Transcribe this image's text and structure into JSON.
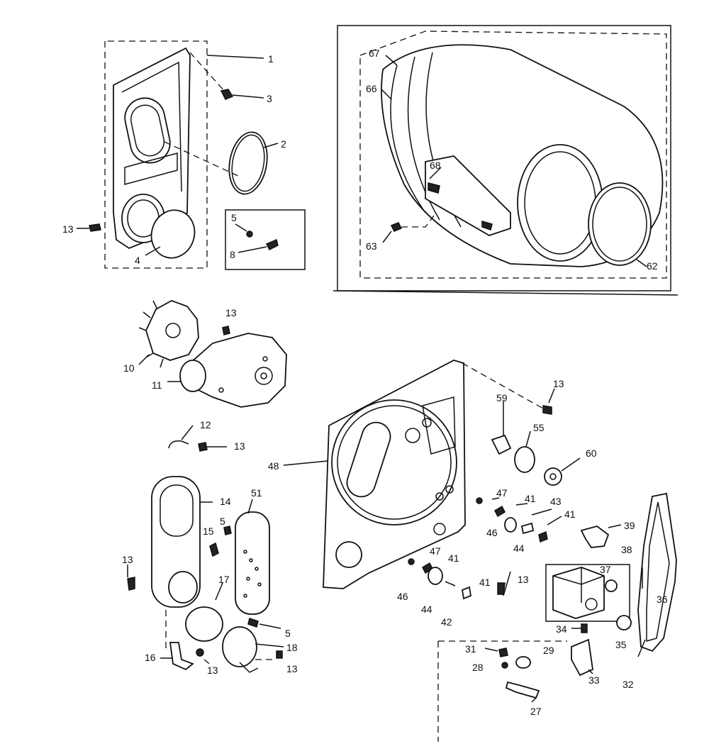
{
  "labels": {
    "n1": "1",
    "n2": "2",
    "n3": "3",
    "n4": "4",
    "n5a": "5",
    "n8": "8",
    "n13a": "13",
    "n67": "67",
    "n66": "66",
    "n68": "68",
    "n63": "63",
    "n62": "62",
    "n13b": "13",
    "n10": "10",
    "n11": "11",
    "n12": "12",
    "n13c": "13",
    "n14": "14",
    "n15": "15",
    "n5b": "5",
    "n51": "51",
    "n13d": "13",
    "n17": "17",
    "n5c": "5",
    "n18": "18",
    "n16": "16",
    "n13e": "13",
    "n13f": "13",
    "n48": "48",
    "n13g": "13",
    "n59": "59",
    "n55": "55",
    "n60": "60",
    "n47a": "47",
    "n41a": "41",
    "n43": "43",
    "n41b": "41",
    "n46a": "46",
    "n44a": "44",
    "n39": "39",
    "n47b": "47",
    "n41c": "41",
    "n46b": "46",
    "n44b": "44",
    "n41d": "41",
    "n42": "42",
    "n13h": "13",
    "n38": "38",
    "n37": "37",
    "n36": "36",
    "n34": "34",
    "n35": "35",
    "n31": "31",
    "n29": "29",
    "n28": "28",
    "n33": "33",
    "n32": "32",
    "n27": "27"
  }
}
